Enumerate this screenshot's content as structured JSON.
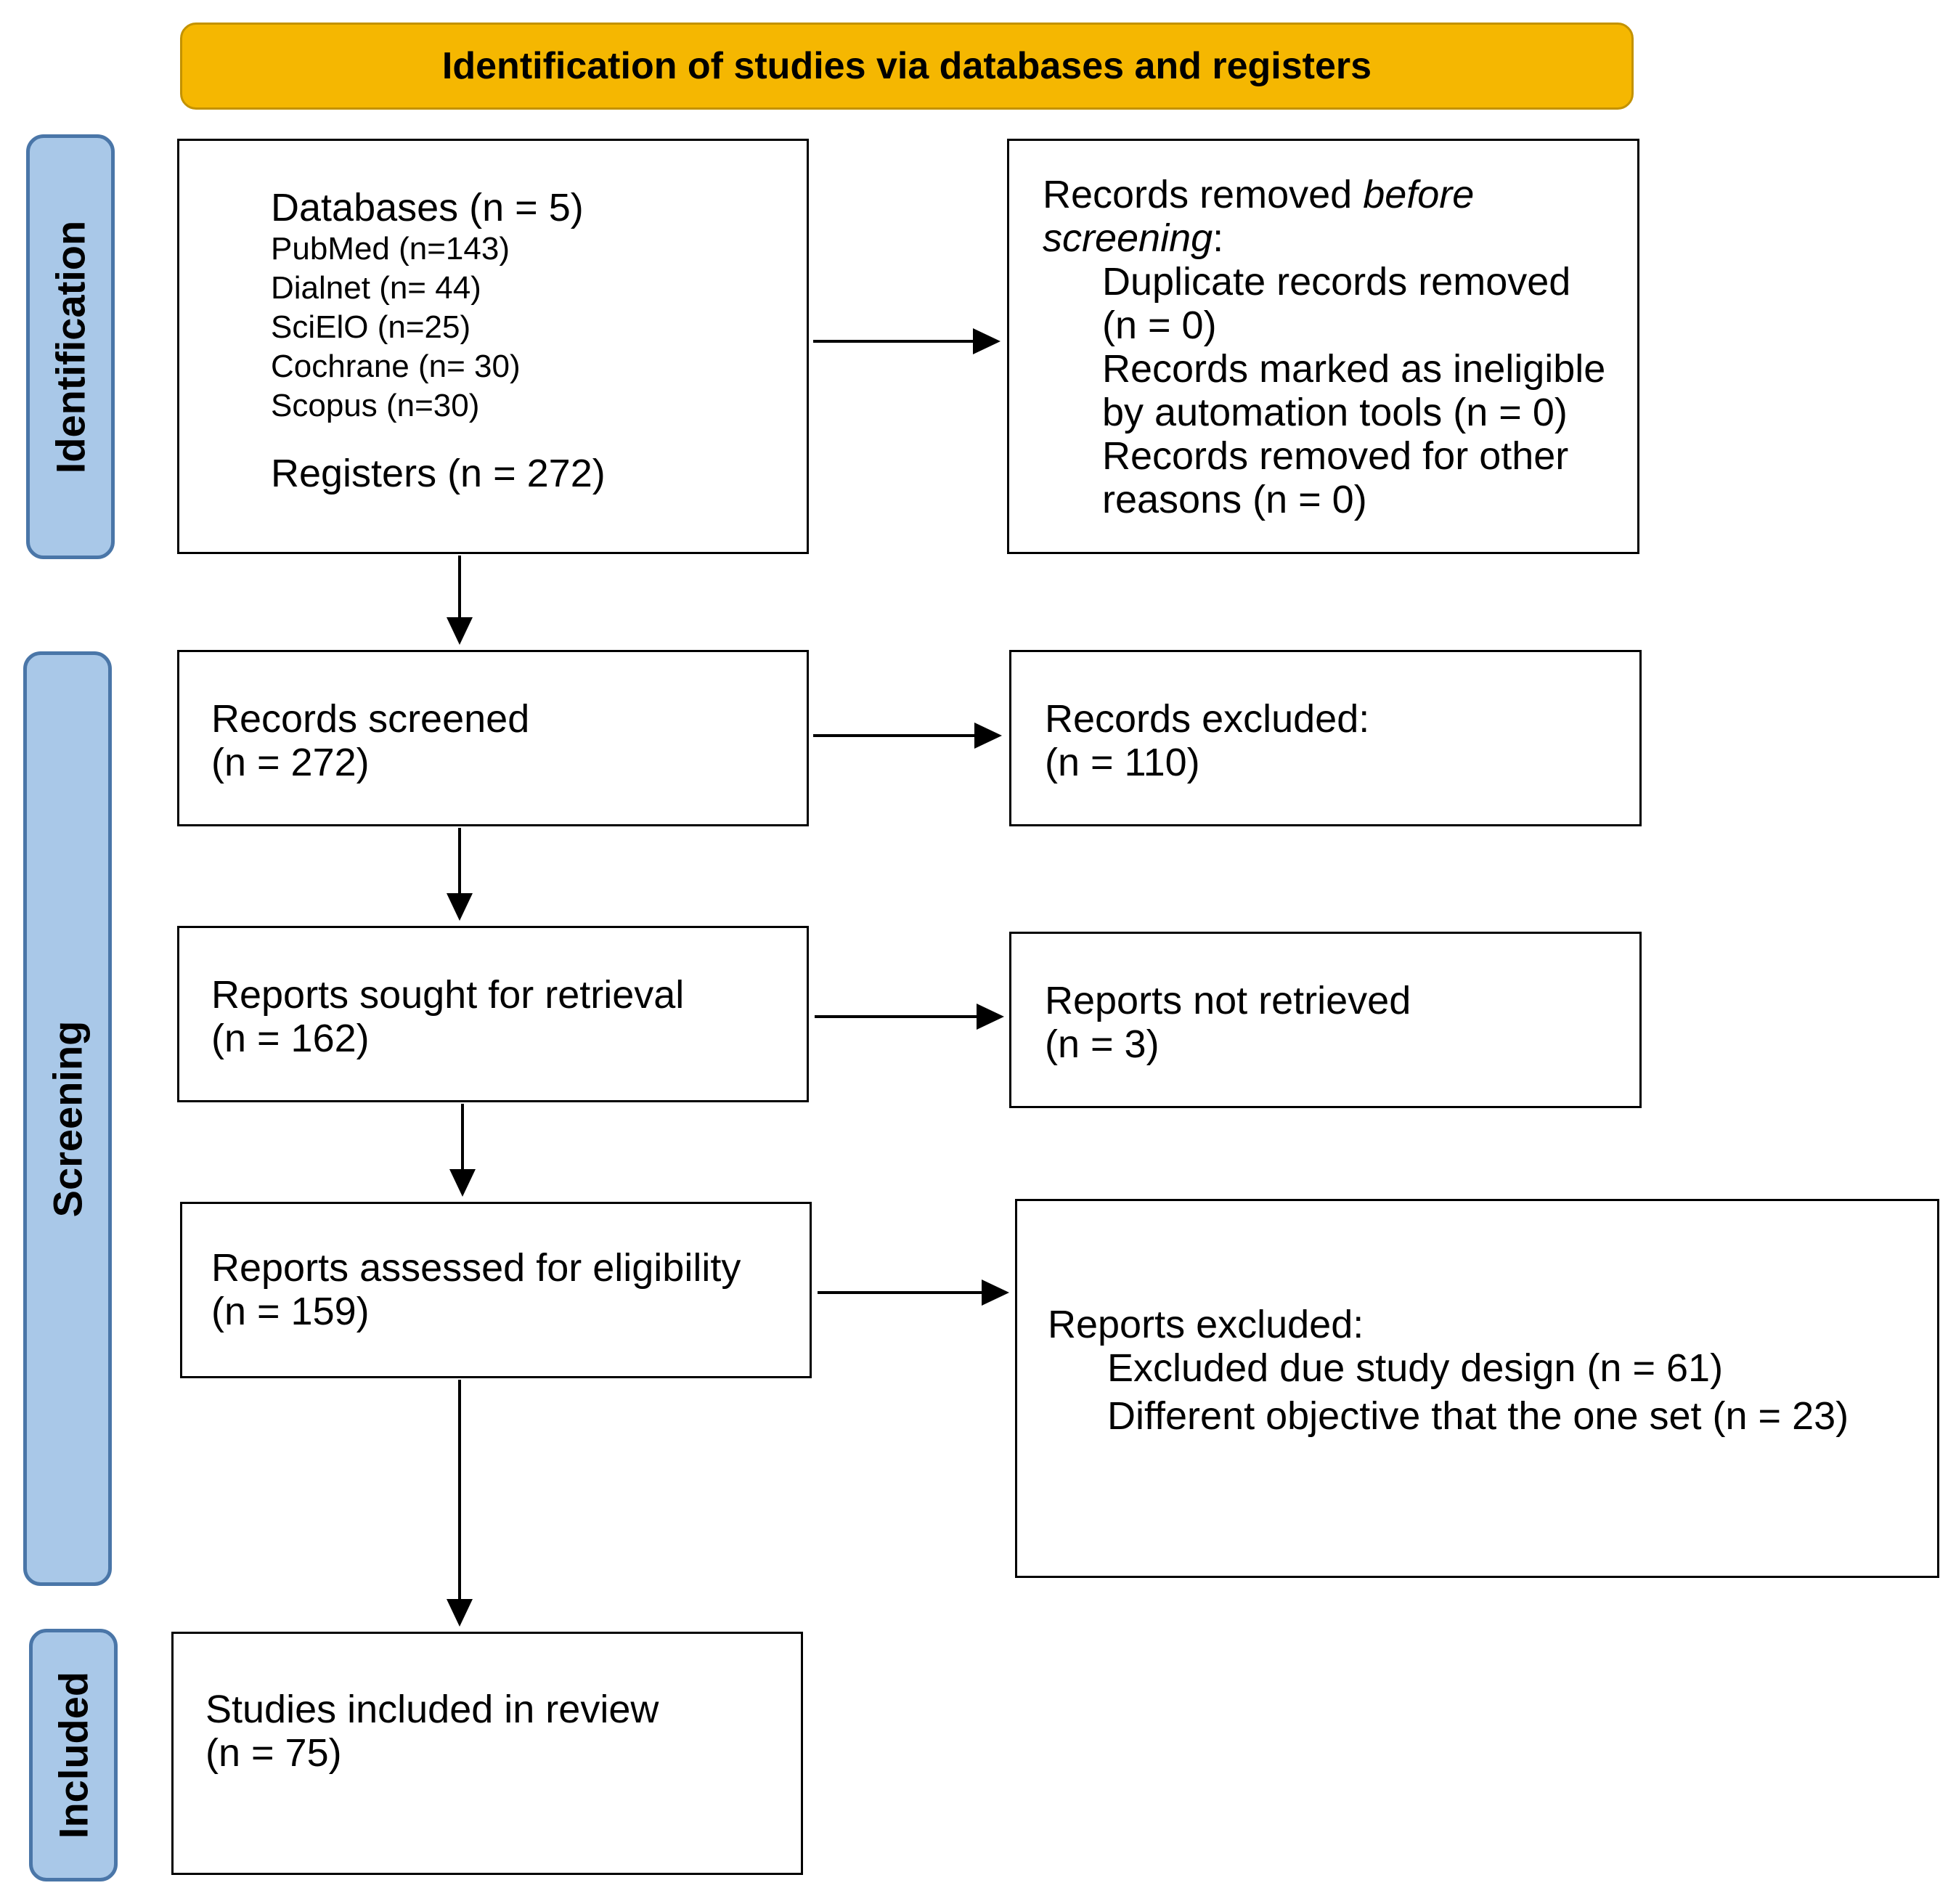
{
  "header": {
    "title": "Identification of studies via databases and registers"
  },
  "phases": {
    "identification": "Identification",
    "screening": "Screening",
    "included": "Included"
  },
  "identification_box": {
    "databases": "Databases (n = 5)",
    "sources": [
      "PubMed (n=143)",
      "Dialnet (n= 44)",
      "SciElO (n=25)",
      "Cochrane (n= 30)",
      "Scopus (n=30)"
    ],
    "registers": "Registers (n = 272)"
  },
  "removed_box": {
    "title_prefix": "Records removed ",
    "title_italic_1": "before",
    "title_italic_2": "screening",
    "title_suffix": ":",
    "items": [
      "Duplicate records removed (n = 0)",
      "Records marked as ineligible by automation tools (n = 0)",
      "Records removed for other reasons (n = 0)"
    ]
  },
  "screened_box": {
    "label": "Records screened",
    "count": "(n = 272)"
  },
  "excluded_box": {
    "label": "Records excluded:",
    "count": "(n = 110)"
  },
  "sought_box": {
    "label": "Reports sought for retrieval",
    "count": "(n = 162)"
  },
  "not_retrieved_box": {
    "label": "Reports not retrieved",
    "count": "(n = 3)"
  },
  "assessed_box": {
    "label": "Reports assessed for eligibility",
    "count": "(n = 159)"
  },
  "reports_excluded_box": {
    "label": "Reports excluded:",
    "items": [
      "Excluded due study design (n = 61)",
      "Different objective that the one set (n = 23)"
    ]
  },
  "included_box": {
    "label": "Studies included in review",
    "count": "(n = 75)"
  }
}
